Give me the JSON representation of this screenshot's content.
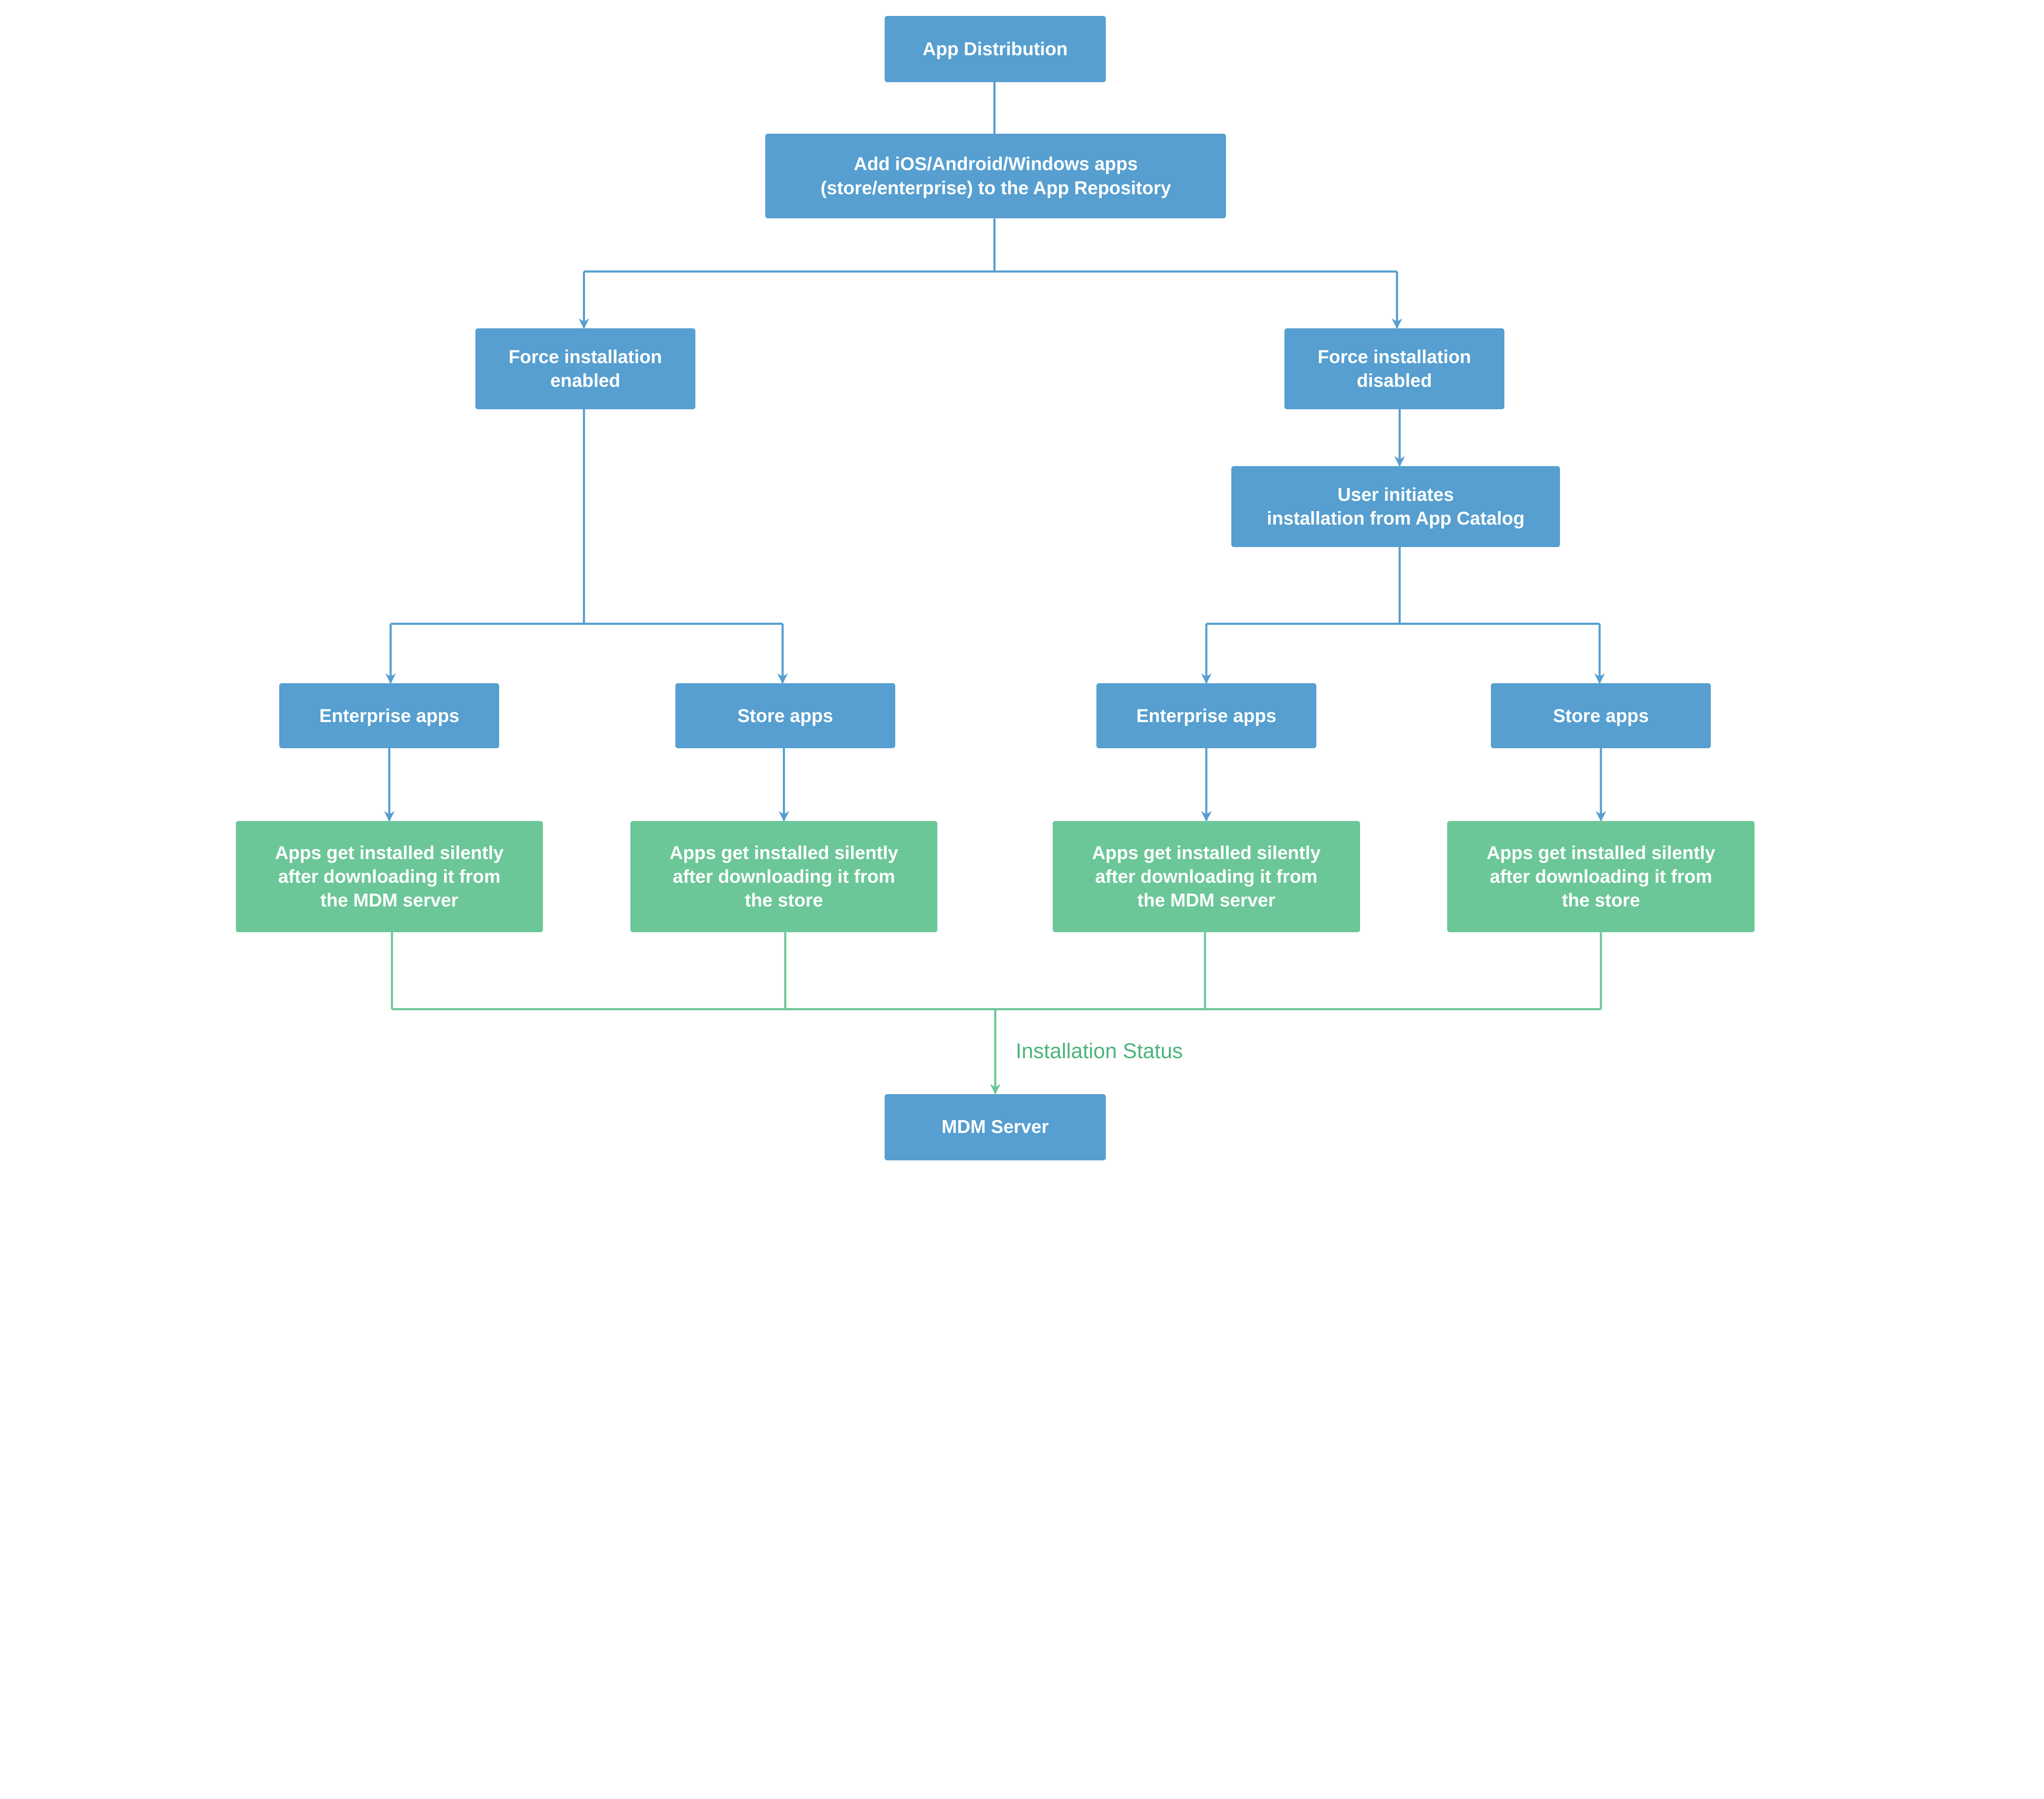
{
  "colors": {
    "process": "#569fd0",
    "result": "#6bc797",
    "status_text": "#4cb57c"
  },
  "nodes": {
    "root": [
      "App Distribution"
    ],
    "add": [
      "Add iOS/Android/Windows apps",
      "(store/enterprise) to the App Repository"
    ],
    "force_enabled": [
      "Force installation",
      "enabled"
    ],
    "force_disabled": [
      "Force installation",
      "disabled"
    ],
    "user_initiates": [
      "User initiates",
      "installation from App Catalog"
    ],
    "ent_left": [
      "Enterprise apps"
    ],
    "store_left": [
      "Store apps"
    ],
    "ent_right": [
      "Enterprise apps"
    ],
    "store_right": [
      "Store apps"
    ],
    "res1": [
      "Apps get installed silently",
      "after downloading it from",
      "the MDM server"
    ],
    "res2": [
      "Apps get installed silently",
      "after downloading it from",
      "the store"
    ],
    "res3": [
      "Apps get installed silently",
      "after downloading it from",
      "the MDM server"
    ],
    "res4": [
      "Apps get installed silently",
      "after downloading it from",
      "the store"
    ],
    "mdm": [
      "MDM Server"
    ]
  },
  "edge_label": "Installation Status"
}
